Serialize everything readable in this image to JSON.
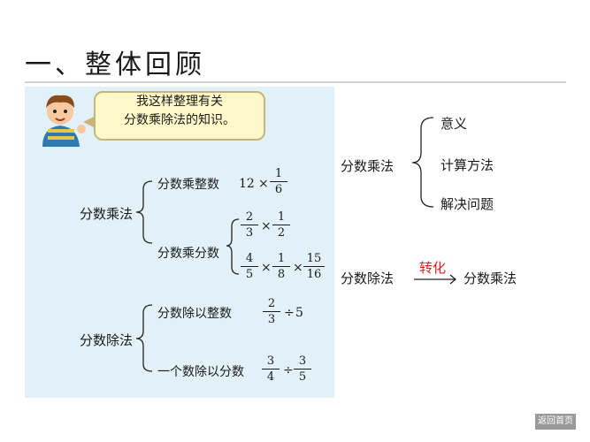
{
  "title": "一、整体回顾",
  "bubble": {
    "line1": "我这样整理有关",
    "line2": "分数乘除法的知识。"
  },
  "left": {
    "mul_label": "分数乘法",
    "mul_int": "分数乘整数",
    "mul_int_expr": {
      "a": "12",
      "op": "×",
      "num": "1",
      "den": "6"
    },
    "mul_frac": "分数乘分数",
    "mf1": {
      "n1": "2",
      "d1": "3",
      "op": "×",
      "n2": "1",
      "d2": "2"
    },
    "mf2": {
      "n1": "4",
      "d1": "5",
      "op1": "×",
      "n2": "1",
      "d2": "8",
      "op2": "×",
      "n3": "15",
      "d3": "16"
    },
    "div_label": "分数除法",
    "div_int": "分数除以整数",
    "div_int_expr": {
      "num": "2",
      "den": "3",
      "op": "÷",
      "b": "5"
    },
    "int_div": "一个数除以分数",
    "int_div_expr": {
      "n1": "3",
      "d1": "4",
      "op": "÷",
      "n2": "3",
      "d2": "5"
    }
  },
  "right": {
    "mul_label": "分数乘法",
    "items": [
      "意义",
      "计算方法",
      "解决问题"
    ],
    "div_label": "分数除法",
    "arrow_label": "转化",
    "result": "分数乘法"
  },
  "watermark": "返回首页",
  "colors": {
    "panel": "#e2f1f8",
    "bubble": "#fff9c9",
    "arrow_label": "#e02020"
  }
}
